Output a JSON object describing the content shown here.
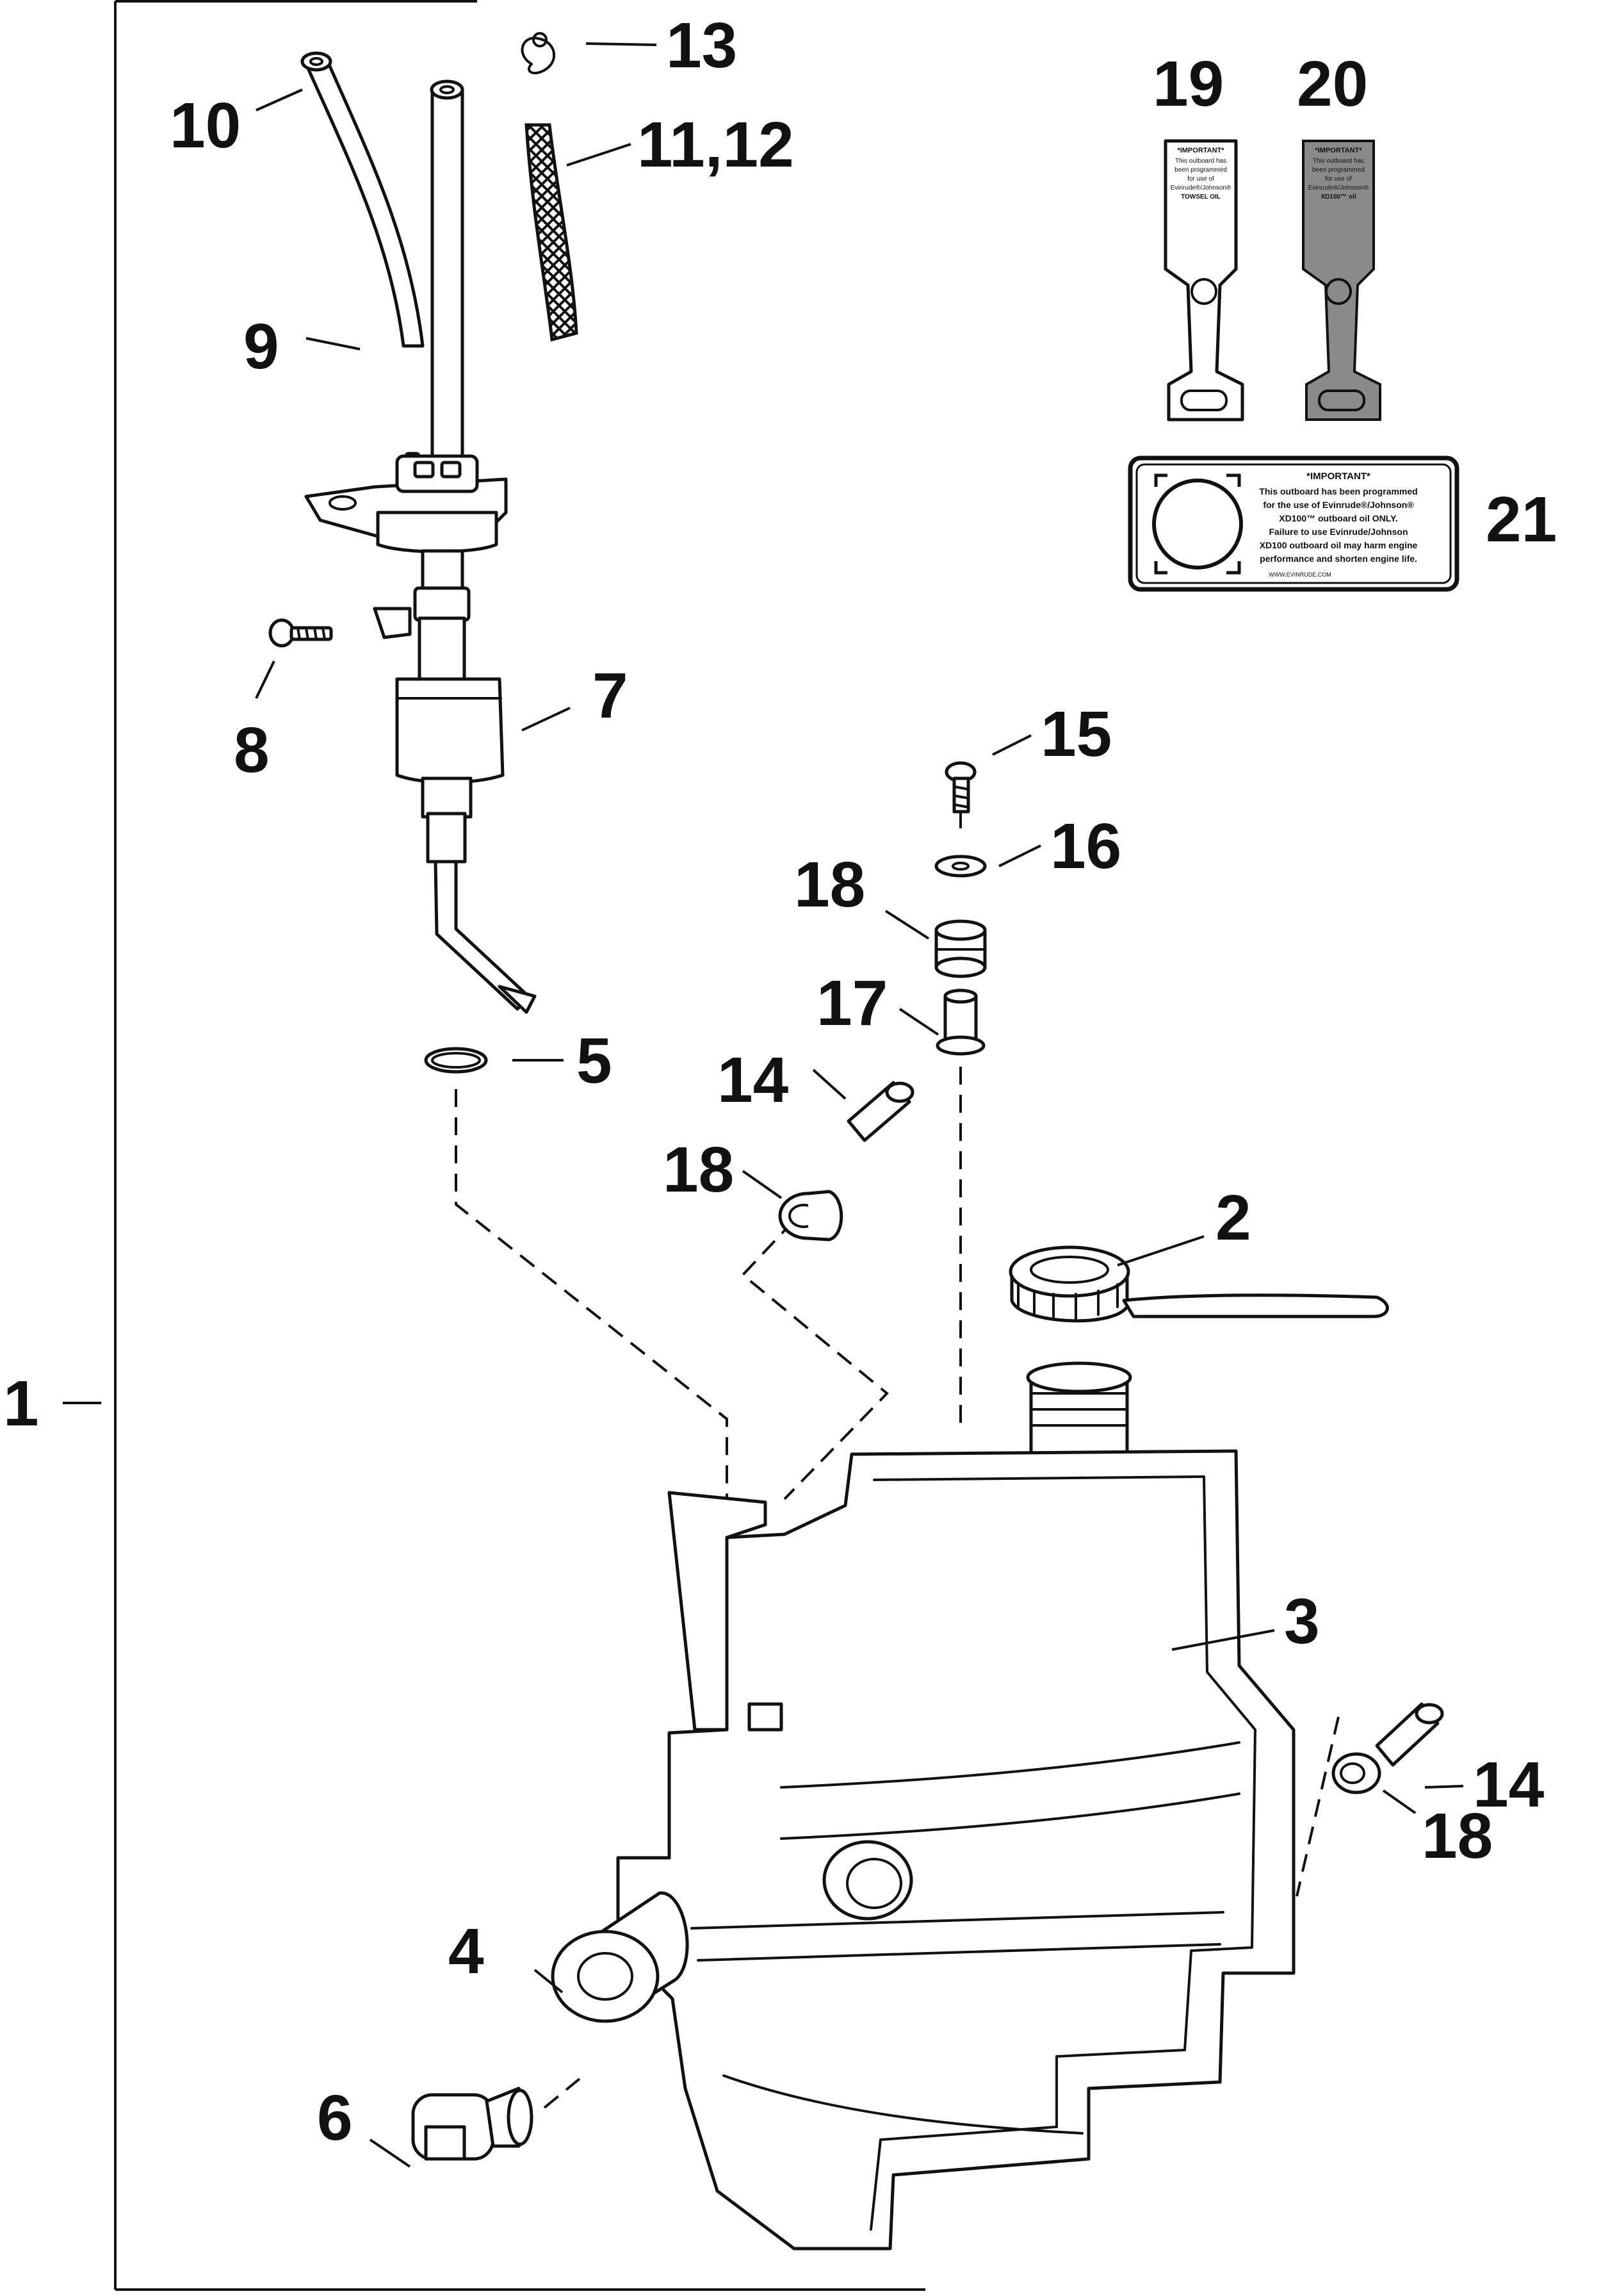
{
  "callouts": {
    "c1": "1",
    "c2": "2",
    "c3": "3",
    "c4": "4",
    "c5": "5",
    "c6": "6",
    "c7": "7",
    "c8": "8",
    "c9": "9",
    "c10": "10",
    "c11_12": "11,12",
    "c13": "13",
    "c14a": "14",
    "c14b": "14",
    "c15": "15",
    "c16": "16",
    "c17": "17",
    "c18a": "18",
    "c18b": "18",
    "c18c": "18",
    "c19": "19",
    "c20": "20",
    "c21": "21"
  },
  "decal21": {
    "heading": "*IMPORTANT*",
    "lines": [
      "This outboard has been programmed",
      "for the use of Evinrude®/Johnson®",
      "XD100™ outboard oil ONLY.",
      "Failure to use Evinrude/Johnson",
      "XD100 outboard oil may harm engine",
      "performance and shorten engine life."
    ],
    "url": "WWW.EVINRUDE.COM"
  },
  "tag19": {
    "heading": "*IMPORTANT*",
    "lines": [
      "This outboard has",
      "been programmed",
      "for use of",
      "Evinrude®/Johnson®",
      "TOWSEL OIL"
    ]
  },
  "tag20": {
    "heading": "*IMPORTANT*",
    "lines": [
      "This outboard has",
      "been programmed",
      "for use of",
      "Evinrude®/Johnson®",
      "XD100™ oil"
    ]
  }
}
